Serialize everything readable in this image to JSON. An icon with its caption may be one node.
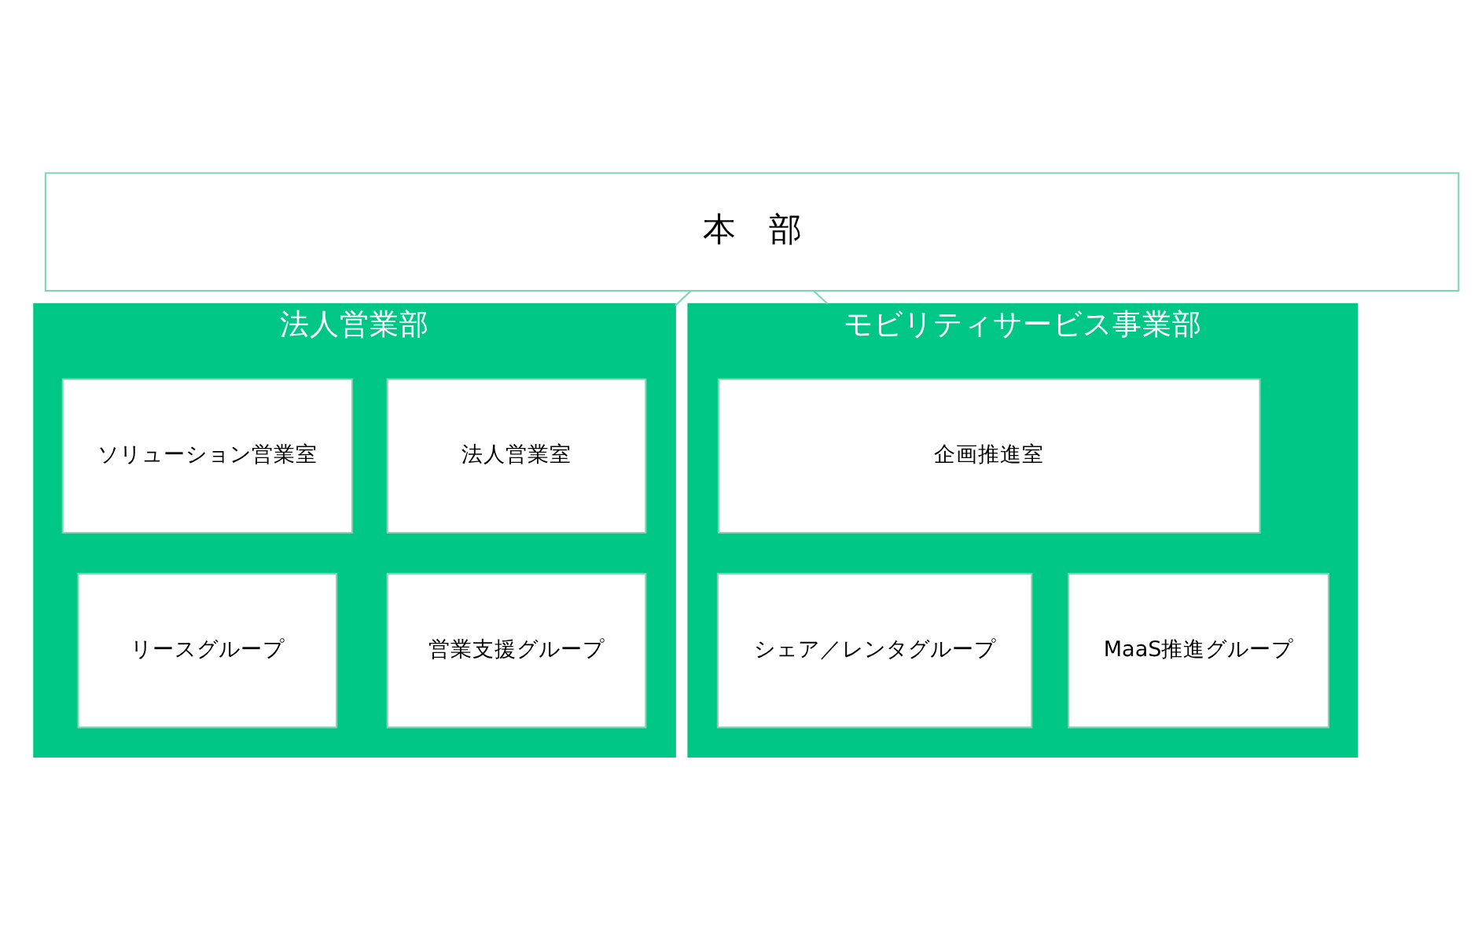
{
  "diagram": {
    "nodes": [
      {
        "text": [
          "本　部"
        ]
      },
      {
        "text": [
          "法人営業部"
        ]
      },
      {
        "text": [
          "法人営業室"
        ],
        "in": 1
      },
      {
        "text": [
          "ソリューション営業室"
        ],
        "in": 1
      },
      {
        "text": [
          "営業支援グループ"
        ],
        "in": 1
      },
      {
        "text": [
          "リースグループ"
        ],
        "in": 1
      },
      {
        "text": [
          "モビリティサービス事業部"
        ]
      },
      {
        "text": [
          "企画推進室"
        ],
        "in": 6
      },
      {
        "text": [
          "シェア／レンタグループ"
        ],
        "in": 6
      },
      {
        "text": [
          "MaaS推進グループ"
        ],
        "in": 6
      }
    ],
    "edges": [
      {
        "from": 0,
        "to": 1,
        "arrow": "none"
      },
      {
        "from": 0,
        "to": 6,
        "arrow": "none"
      }
    ]
  }
}
